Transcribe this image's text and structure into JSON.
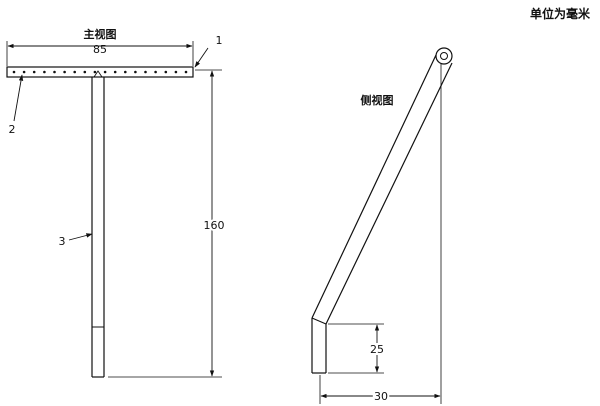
{
  "units_note": "单位为毫米",
  "front_view": {
    "title": "主视图",
    "width_dim": "85",
    "height_dim": "160",
    "callouts": {
      "crossbar": "1",
      "holes": "2",
      "handle": "3"
    }
  },
  "side_view": {
    "title": "侧视图",
    "base_dim": "30",
    "foot_dim": "25"
  },
  "colors": {
    "ink": "#111111",
    "background": "#ffffff"
  }
}
